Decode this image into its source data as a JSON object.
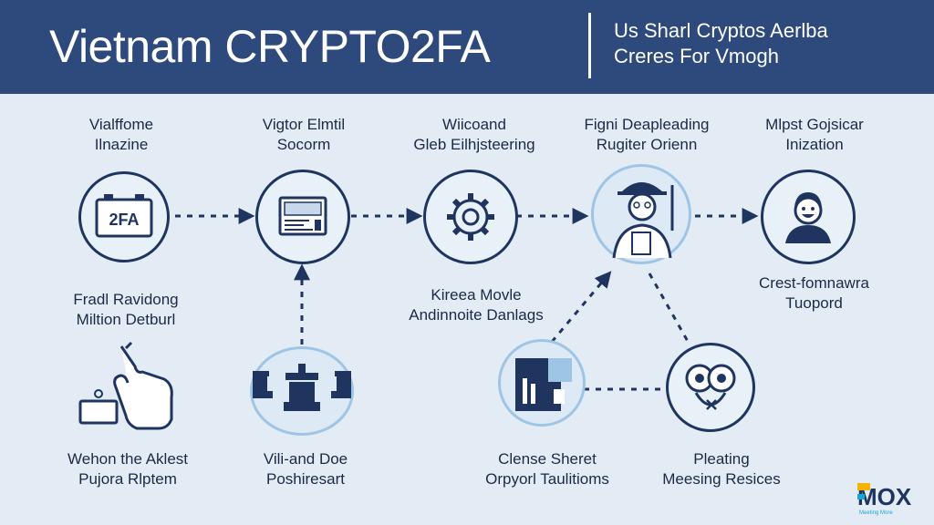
{
  "header": {
    "title": "Vietnam CRYPTO2FA",
    "subtitle_line1": "Us Sharl Cryptos Aerlba",
    "subtitle_line2": "Creres For Vmogh"
  },
  "top_labels": [
    {
      "line1": "Vialffome",
      "line2": "Ilnazine"
    },
    {
      "line1": "Vigtor Elmtil",
      "line2": "Socorm"
    },
    {
      "line1": "Wiicoand",
      "line2": "Gleb Eilhjsteering"
    },
    {
      "line1": "Figni Deapleading",
      "line2": "Rugiter Orienn"
    },
    {
      "line1": "Mlpst Gojsicar",
      "line2": "Inization"
    }
  ],
  "mid_labels": [
    {
      "line1": "Fradl Ravidong",
      "line2": "Miltion Detburl"
    },
    {
      "line1": "Kireea Movle",
      "line2": "Andinnoite Danlags"
    },
    {
      "line1": "Crest-fomnawra",
      "line2": "Tuopord"
    }
  ],
  "bottom_labels": [
    {
      "line1": "Wehon the Aklest",
      "line2": "Pujora Rlptem"
    },
    {
      "line1": "Vili-and Doe",
      "line2": "Poshiresart"
    },
    {
      "line1": "Clense Sheret",
      "line2": "Orpyorl Taulitioms"
    },
    {
      "line1": "Pleating",
      "line2": "Meesing Resices"
    }
  ],
  "icons": {
    "node_2fa_text": "2FA",
    "node_2fa": "battery-2fa-icon",
    "node_terminal": "terminal-screen-icon",
    "node_gear": "gear-icon",
    "node_worker": "worker-icon",
    "node_person": "smiling-person-icon",
    "node_hand": "tapping-hand-icon",
    "node_chess": "chess-pieces-icon",
    "node_server": "server-panel-icon",
    "node_masks": "masks-icon"
  },
  "logo": {
    "text": "MOX",
    "sub_text": "Meeting More"
  },
  "colors": {
    "header_bg": "#2e4a7c",
    "background": "#e3ecf5",
    "navy": "#1f3560",
    "light_blue": "#9ec4e6",
    "logo_yellow": "#f4b400",
    "logo_teal": "#1aa5d6"
  }
}
